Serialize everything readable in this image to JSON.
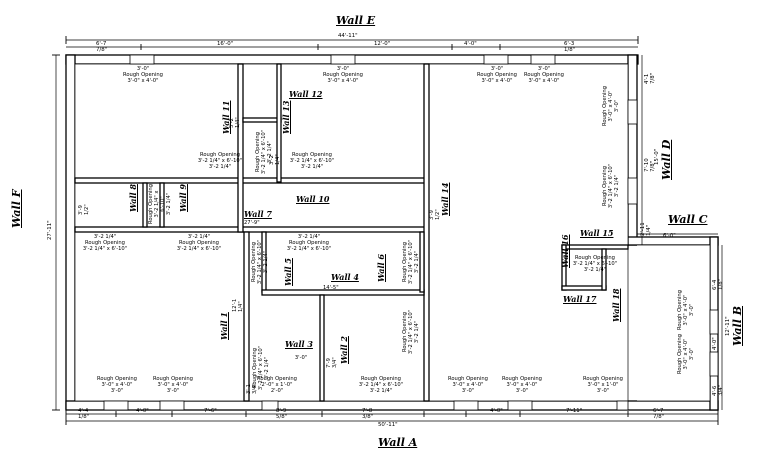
{
  "walls": {
    "e": "Wall E",
    "a": "Wall A",
    "f": "Wall F",
    "b": "Wall B",
    "c": "Wall C",
    "d": "Wall D",
    "w1": "Wall 1",
    "w2": "Wall 2",
    "w3": "Wall 3",
    "w4": "Wall 4",
    "w5": "Wall 5",
    "w6": "Wall 6",
    "w7": "Wall 7",
    "w8": "Wall 8",
    "w9": "Wall 9",
    "w10": "Wall 10",
    "w11": "Wall 11",
    "w12": "Wall 12",
    "w13": "Wall 13",
    "w14": "Wall 14",
    "w15": "Wall 15",
    "w16": "Wall 16",
    "w17": "Wall 17",
    "w18": "Wall 18"
  },
  "top_dims": {
    "overall": "44'-11\"",
    "segments": [
      "6'-7 7/8\"",
      "16'-0\"",
      "12'-0\"",
      "4'-0\"",
      "6'-3 1/8\""
    ]
  },
  "bottom_dims": {
    "overall": "50'-11\"",
    "segments": [
      "4'-4 1/8\"",
      "4'-0\"",
      "7'-6\"",
      "8'-9 5/8\"",
      "7'-8 3/8\"",
      "4'-0\"",
      "7'-11\"",
      "6'-7 7/8\""
    ]
  },
  "left_dims": {
    "overall": "27'-11\""
  },
  "right_dims": {
    "d_overall": "15'-0\"",
    "d_top": "4'-1 7/8\"",
    "d_mid": "7'-10 7/8\"",
    "d_low": "2'-11 1/4\"",
    "c_width": "6'-0\"",
    "b_overall": "12'-11\"",
    "b_top": "6'-4 1/8\"",
    "b_mid": "4'-0\"",
    "b_low": "4'-6 3/4\""
  },
  "rough_openings": {
    "label": "Rough Opening",
    "e1": "3'-0\" x 4'-0\"",
    "e2": "3'-0\" x 4'-0\"",
    "e3": "3'-0\" x 4'-0\"",
    "e4": "3'-0\" x 4'-0\"",
    "d1": "3'-0\" x 4'-0\"",
    "d2": "3'-2 1/4\" x 6'-10\"",
    "w10a": "3'-2 1/4\" x 6'-10\"",
    "w10b": "3'-2 1/4\" x 6'-10\"",
    "w11": "3'-2 1/4\" x 6'-10\"",
    "w8": "3'-2 1/4\" x 6'-10\"",
    "w7a": "3'-2 1/4\" x 6'-10\"",
    "w7b": "3'-2 1/4\" x 6'-10\"",
    "w7c": "3'-2 1/4\" x 6'-10\"",
    "w5": "3'-2 1/4\" x 6'-10\"",
    "w6": "3'-2 1/4\" x 6'-10\"",
    "w14": "3'-2 1/4\" x 6'-10\"",
    "w15": "3'-2 1/4\" x 6'-10\"",
    "a1": "3'-0\" x 4'-0\"",
    "a2": "3'-0\" x 4'-0\"",
    "a3": "2'-0\" x 1'-0\"",
    "a4": "3'-2 1/4\" x 6'-10\"",
    "a5": "3'-0\" x 4'-0\"",
    "a6": "3'-0\" x 4'-0\"",
    "a7": "3'-0\" x 1'-0\"",
    "w1": "3'-2 1/4\" x 6'-10\"",
    "b1": "3'-0\" x 4'-0\"",
    "b2": "3'-0\" x 4'-0\""
  },
  "small_dims": {
    "three": "3'-0\"",
    "two": "2'-0\"",
    "door": "3'-2 1/4\"",
    "w8_top": "3'-9 1/2\"",
    "w14_top": "3'-9 1/2\"",
    "w7_len": "27'-9\"",
    "w4_len": "14'-5\"",
    "w2_len": "7'-9 3/4\"",
    "w1_top": "12'-1 1/4\"",
    "w1_low": "3'-1 3/4\"",
    "w11_top": "5'-2 1/4\"",
    "w13": "3'-2 1/4\""
  }
}
